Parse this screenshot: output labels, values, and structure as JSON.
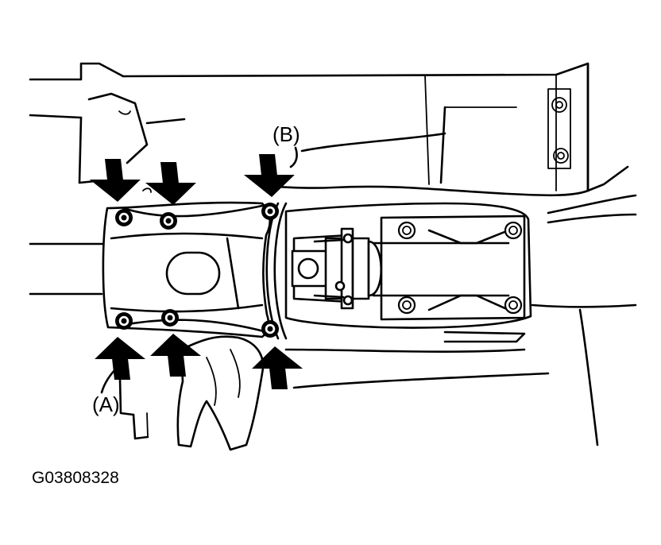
{
  "labels": {
    "a": "(A)",
    "b": "(B)"
  },
  "figure_code": "G03808328",
  "colors": {
    "ink": "#000000",
    "paper": "#ffffff"
  },
  "arrows": {
    "count": 6,
    "direction_top_row": "down",
    "direction_bottom_row": "up"
  }
}
